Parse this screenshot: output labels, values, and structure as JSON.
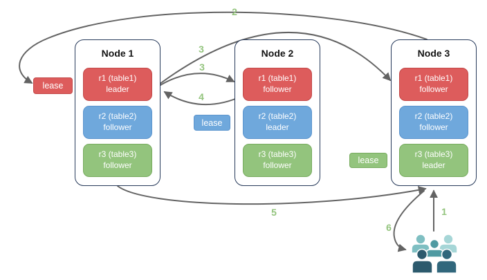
{
  "colors": {
    "replica_red": "#dd5c5c",
    "replica_blue": "#6fa8dc",
    "replica_green": "#93c47d",
    "node_border": "#26395a",
    "arrow": "#636363",
    "step_label": "#93c47d",
    "users": {
      "back_left": "#7fbfc2",
      "back_right": "#a6d6d7",
      "middle": "#4f9aa2",
      "front_left": "#2c5a6d",
      "front_right": "#31677c"
    }
  },
  "nodes": [
    {
      "title": "Node 1",
      "replicas": [
        {
          "name": "r1 (table1)",
          "role": "leader"
        },
        {
          "name": "r2 (table2)",
          "role": "follower"
        },
        {
          "name": "r3 (table3)",
          "role": "follower"
        }
      ]
    },
    {
      "title": "Node 2",
      "replicas": [
        {
          "name": "r1 (table1)",
          "role": "follower"
        },
        {
          "name": "r2 (table2)",
          "role": "leader"
        },
        {
          "name": "r3 (table3)",
          "role": "follower"
        }
      ]
    },
    {
      "title": "Node 3",
      "replicas": [
        {
          "name": "r1 (table1)",
          "role": "follower"
        },
        {
          "name": "r2 (table2)",
          "role": "follower"
        },
        {
          "name": "r3 (table3)",
          "role": "leader"
        }
      ]
    }
  ],
  "leases": {
    "red": "lease",
    "blue": "lease",
    "green": "lease"
  },
  "steps": {
    "s1": "1",
    "s2": "2",
    "s3a": "3",
    "s3b": "3",
    "s4": "4",
    "s5": "5",
    "s6": "6"
  },
  "icons": {
    "users": "user-group"
  }
}
